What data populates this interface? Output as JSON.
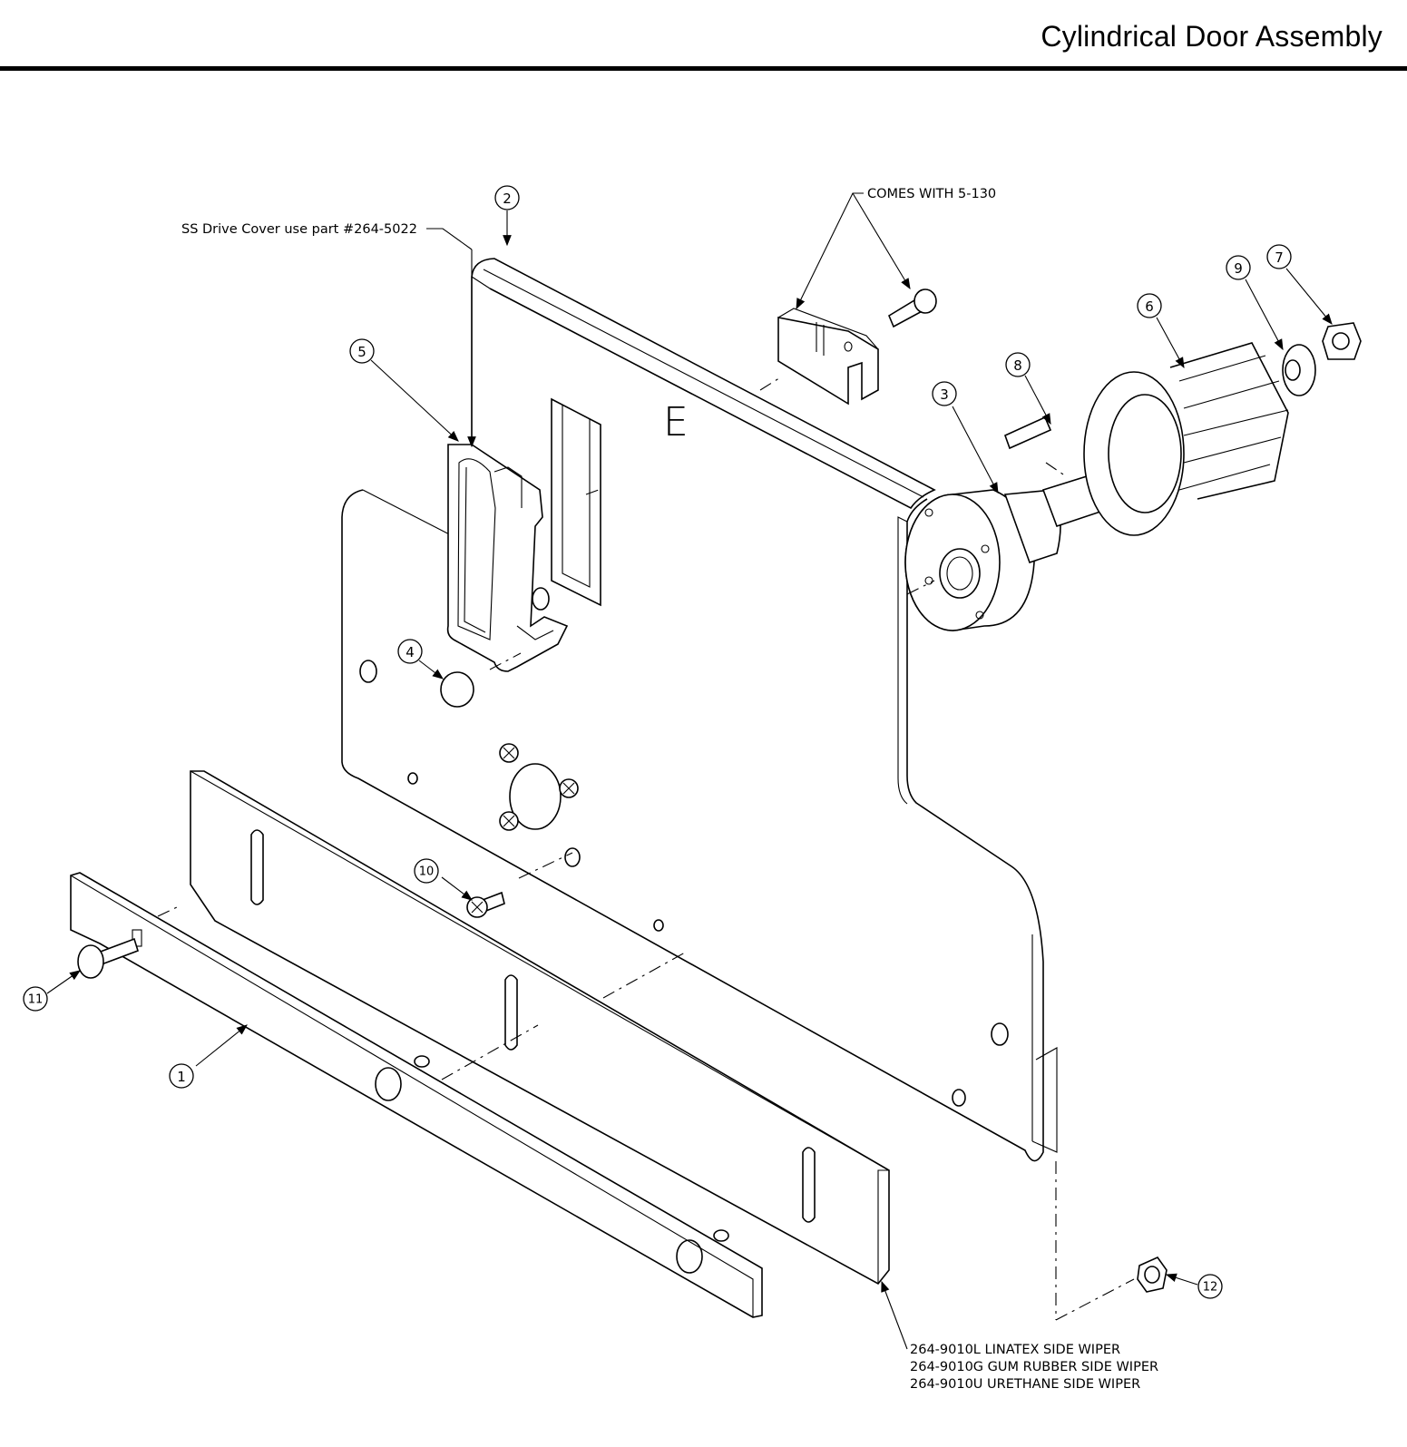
{
  "title": "Cylindrical Door Assembly",
  "callouts": [
    {
      "id": "c1",
      "label": "1"
    },
    {
      "id": "c2",
      "label": "2"
    },
    {
      "id": "c3",
      "label": "3"
    },
    {
      "id": "c4",
      "label": "4"
    },
    {
      "id": "c5",
      "label": "5"
    },
    {
      "id": "c6",
      "label": "6"
    },
    {
      "id": "c7",
      "label": "7"
    },
    {
      "id": "c8",
      "label": "8"
    },
    {
      "id": "c9",
      "label": "9"
    },
    {
      "id": "c10",
      "label": "10"
    },
    {
      "id": "c11",
      "label": "11"
    },
    {
      "id": "c12",
      "label": "12"
    }
  ],
  "notes": {
    "drive_cover": "SS Drive Cover use part #264-5022",
    "comes_with": "COMES WITH 5-130",
    "wiper_options": [
      "264-9010L LINATEX SIDE WIPER",
      "264-9010G GUM RUBBER SIDE WIPER",
      "264-9010U URETHANE SIDE WIPER"
    ]
  },
  "panel_marking": "E"
}
